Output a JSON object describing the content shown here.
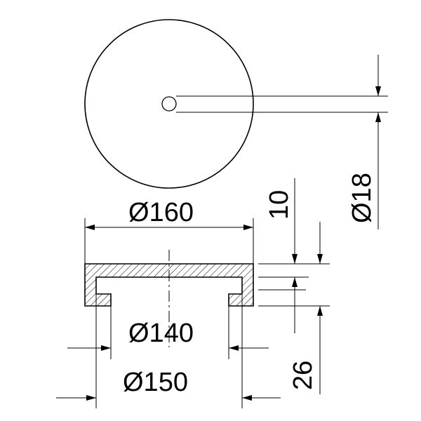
{
  "drawing": {
    "labels": {
      "top_outer_diameter": "Ø160",
      "inner_diameter": "Ø140",
      "base_outer_diameter": "Ø150",
      "hole_diameter": "Ø18",
      "lid_thickness": "10",
      "total_height": "26"
    },
    "colors": {
      "line": "#000000",
      "background": "#ffffff"
    }
  }
}
